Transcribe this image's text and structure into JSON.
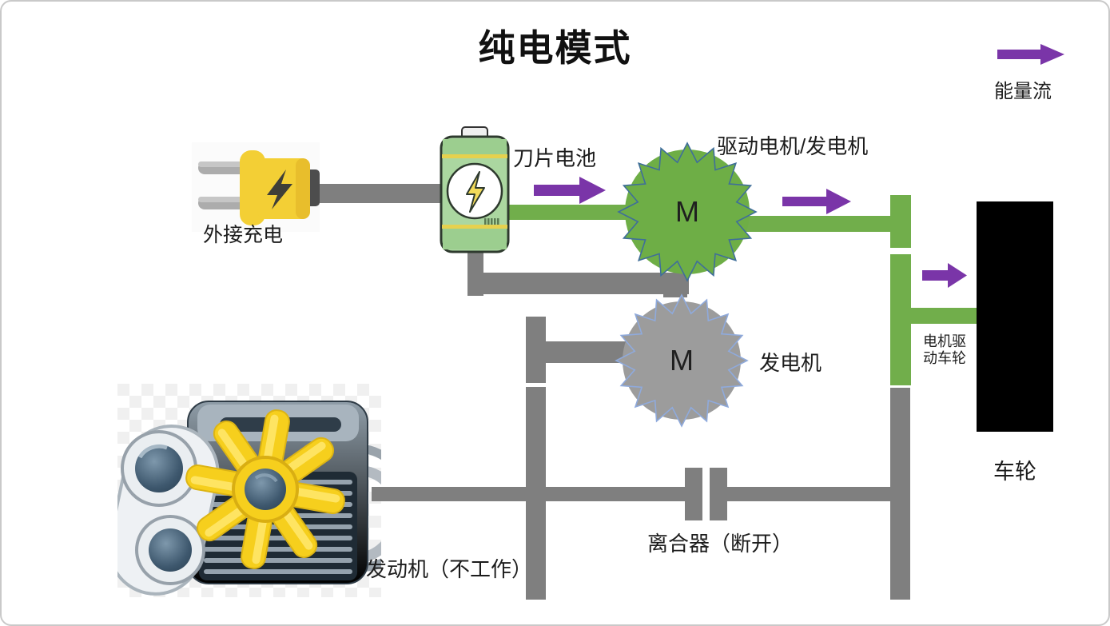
{
  "title": "纯电模式",
  "legend": {
    "label": "能量流"
  },
  "components": {
    "charging": {
      "label": "外接充电"
    },
    "battery": {
      "label": "刀片电池"
    },
    "drive_motor": {
      "label": "驱动电机/发电机",
      "symbol": "M"
    },
    "generator": {
      "label": "发电机",
      "symbol": "M"
    },
    "wheel": {
      "label": "车轮",
      "note_line1": "电机驱",
      "note_line2": "动车轮"
    },
    "clutch": {
      "label": "离合器（断开）"
    },
    "engine": {
      "label": "发动机（不工作）"
    }
  },
  "colors": {
    "energy_arrow": "#7a35a8",
    "electric_path": "#71ae4b",
    "mechanical_path": "#7f7f7f",
    "motor_fill": "#6eae46",
    "motor_outline": "#3f6e9a",
    "generator_fill": "#9c9c9c",
    "generator_outline": "#8faadc",
    "wheel": "#000000",
    "battery_body": "#abd7a0",
    "plug_yellow": "#f3cf35",
    "fan_yellow": "#f6cf1d"
  }
}
